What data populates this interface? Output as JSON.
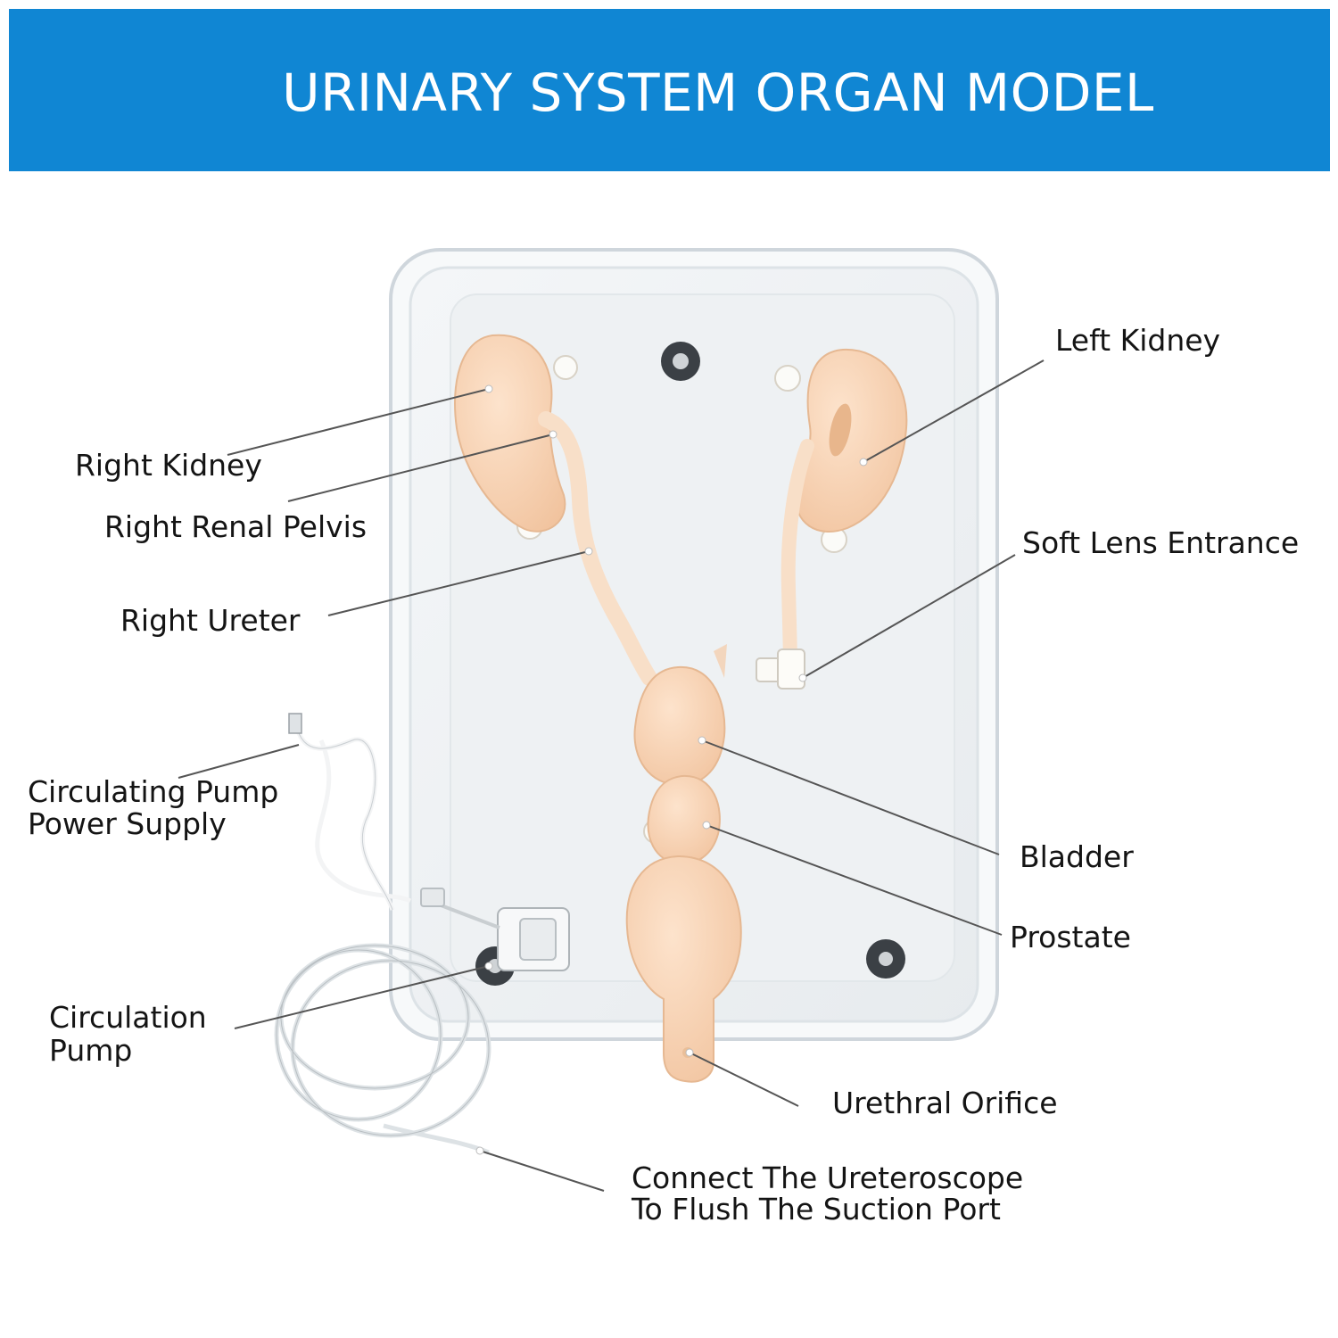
{
  "header": {
    "title": "URINARY SYSTEM ORGAN MODEL",
    "background_color": "#1086d3"
  },
  "labels": {
    "left_kidney": "Left Kidney",
    "right_kidney": "Right Kidney",
    "right_renal_pelvis": "Right Renal Pelvis",
    "soft_lens_entrance": "Soft Lens Entrance",
    "right_ureter": "Right Ureter",
    "pump_power_line1": "Circulating Pump",
    "pump_power_line2": "Power Supply",
    "bladder": "Bladder",
    "prostate": "Prostate",
    "circulation_pump_line1": "Circulation",
    "circulation_pump_line2": "Pump",
    "urethral_orifice": "Urethral Orifice",
    "ureteroscope_line1": "Connect The Ureteroscope",
    "ureteroscope_line2": "To Flush The Suction Port"
  },
  "colors": {
    "organ": "#f7d3b4",
    "tray_edge": "#cfd6dc",
    "leader_line": "#555555"
  }
}
